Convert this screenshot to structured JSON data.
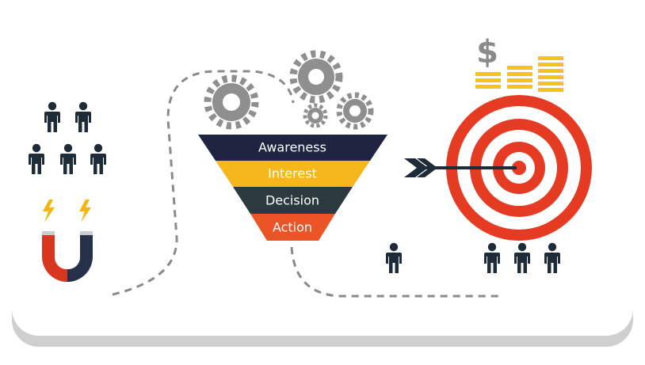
{
  "funnel": {
    "stages": [
      {
        "label": "Awareness",
        "color": "#1f2540"
      },
      {
        "label": "Interest",
        "color": "#f6b71a"
      },
      {
        "label": "Decision",
        "color": "#2b3a3f"
      },
      {
        "label": "Action",
        "color": "#ea5426"
      }
    ]
  },
  "dollar_sign": "$",
  "colors": {
    "people": "#1e2b38",
    "gear": "#8f8f8f",
    "dash": "#8a8a8a",
    "target_red": "#e53b22",
    "coin": "#f7c21b",
    "magnet_red": "#d9361f",
    "magnet_navy": "#26304a",
    "lightning": "#f4b60c"
  },
  "icons": [
    "person-icon",
    "magnet-icon",
    "lightning-icon",
    "gear-icon",
    "target-icon",
    "arrow-icon",
    "dollar-icon",
    "coin-stack-icon"
  ]
}
